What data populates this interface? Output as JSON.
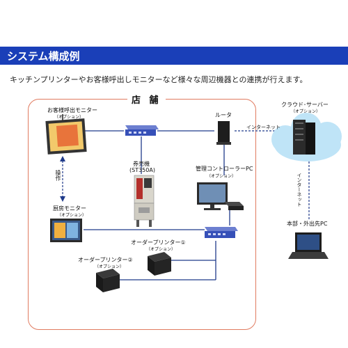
{
  "header": {
    "title": "システム構成例",
    "color": "#1a3fb8"
  },
  "subtitle": "キッチンプリンターやお客様呼出しモニターなど様々な周辺機器との連携が行えます。",
  "store": {
    "title": "店 舗",
    "border_color": "#e07a5f"
  },
  "devices": {
    "customer_monitor": {
      "name": "お客様呼出モニター",
      "option": "（オプション）"
    },
    "router": {
      "name": "ルータ"
    },
    "ticket_machine": {
      "name": "券売機",
      "model": "(ST350A)"
    },
    "controller_pc": {
      "name": "管理コントローラーPC",
      "option": "（オプション）"
    },
    "kitchen_monitor": {
      "name": "厨房モニター",
      "option": "（オプション）"
    },
    "order_printer_1": {
      "name": "オーダープリンター①",
      "option": "（オプション）"
    },
    "order_printer_2": {
      "name": "オーダープリンター②",
      "option": "（オプション）"
    },
    "cloud": {
      "name": "クラウド･サーバー",
      "option": "（オプション）"
    },
    "hq_pc": {
      "name": "本部・外出先PC"
    }
  },
  "connections": {
    "operation": "操作",
    "internet_h": "インターネット",
    "internet_v": "インターネット"
  }
}
